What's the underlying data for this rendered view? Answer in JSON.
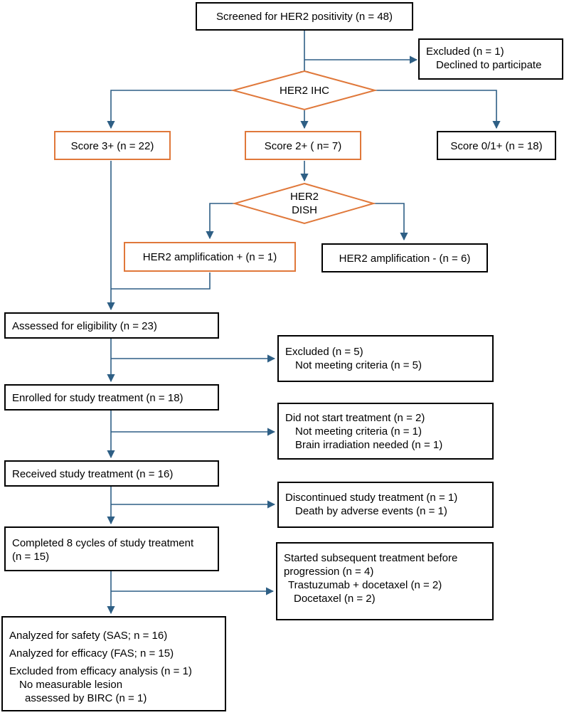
{
  "screened": "Screened for HER2 positivity (n = 48)",
  "excluded1": {
    "title": "Excluded (n = 1)",
    "reason": "Declined to participate"
  },
  "ihc": "HER2 IHC",
  "score3": "Score 3+ (n = 22)",
  "score2": "Score 2+ ( n= 7)",
  "score01": "Score 0/1+ (n = 18)",
  "dish": {
    "line1": "HER2",
    "line2": "DISH"
  },
  "amp_pos": "HER2 amplification + (n = 1)",
  "amp_neg": "HER2 amplification - (n = 6)",
  "assessed": "Assessed for eligibility (n = 23)",
  "excluded2": {
    "title": "Excluded (n = 5)",
    "reason": "Not meeting criteria (n = 5)"
  },
  "enrolled": "Enrolled for study treatment  (n = 18)",
  "not_started": {
    "title": "Did not start treatment (n = 2)",
    "reason1": "Not meeting criteria (n = 1)",
    "reason2": "Brain irradiation needed  (n = 1)"
  },
  "received": "Received study treatment (n = 16)",
  "discontinued": {
    "title": "Discontinued study treatment (n = 1)",
    "reason": "Death by adverse events (n = 1)"
  },
  "completed": {
    "line1": "Completed 8 cycles of  study treatment",
    "line2": "(n = 15)"
  },
  "subsequent": {
    "line1": "Started subsequent treatment before",
    "line2": "progression (n = 4)",
    "item1": "Trastuzumab + docetaxel (n = 2)",
    "item2": "Docetaxel (n = 2)"
  },
  "analyzed": {
    "safety": "Analyzed for safety (SAS; n = 16)",
    "efficacy": "Analyzed for efficacy (FAS; n = 15)",
    "excluded": "Excluded from efficacy analysis (n = 1)",
    "reason1": "No measurable lesion",
    "reason2": "assessed by BIRC (n = 1)"
  },
  "colors": {
    "arrow": "#2E5F85",
    "orange": "#E0783A",
    "border": "#000000"
  }
}
